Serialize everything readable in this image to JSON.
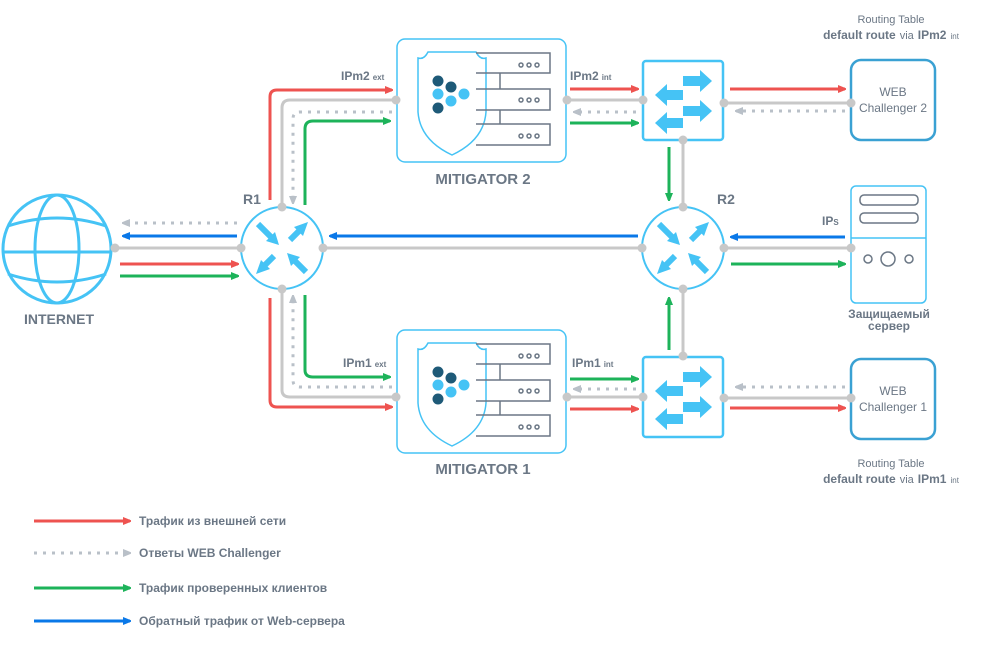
{
  "nodes": {
    "internet": {
      "label": "INTERNET"
    },
    "r1": {
      "label": "R1"
    },
    "r2": {
      "label": "R2"
    },
    "mitigator2": {
      "label": "MITIGATOR 2"
    },
    "mitigator1": {
      "label": "MITIGATOR 1"
    },
    "web_challenger_2": {
      "line1": "WEB",
      "line2": "Challenger 2"
    },
    "web_challenger_1": {
      "line1": "WEB",
      "line2": "Challenger 1"
    },
    "protected_server": {
      "line1": "Защищаемый",
      "line2": "сервер",
      "ip_main": "IP",
      "ip_sub": "S"
    }
  },
  "interfaces": {
    "ipm2_ext": {
      "main": "IPm2",
      "sub": "ext"
    },
    "ipm2_int": {
      "main": "IPm2",
      "sub": "int"
    },
    "ipm1_ext": {
      "main": "IPm1",
      "sub": "ext"
    },
    "ipm1_int": {
      "main": "IPm1",
      "sub": "int"
    }
  },
  "routing_tables": {
    "top": {
      "title": "Routing Table",
      "bold": "default route",
      "via": "via",
      "ip": "IPm2",
      "sub": "int"
    },
    "bottom": {
      "title": "Routing Table",
      "bold": "default route",
      "via": "via",
      "ip": "IPm1",
      "sub": "int"
    }
  },
  "legend": [
    {
      "label": "Трафик из внешней сети",
      "color": "#ee5350",
      "style": "solid"
    },
    {
      "label": "Ответы WEB Challenger",
      "color": "#b9c0c8",
      "style": "dotted"
    },
    {
      "label": "Трафик проверенных клиентов",
      "color": "#1db35a",
      "style": "solid"
    },
    {
      "label": "Обратный трафик от Web-сервера",
      "color": "#0a78e8",
      "style": "solid"
    }
  ],
  "colors": {
    "red": "#ee5350",
    "grey_dotted": "#b9c0c8",
    "green": "#1db35a",
    "blue": "#0a78e8",
    "link": "#c8c8c8",
    "device": "#45c3f5",
    "device_dark": "#3aa1d3",
    "text": "#6b7785"
  }
}
